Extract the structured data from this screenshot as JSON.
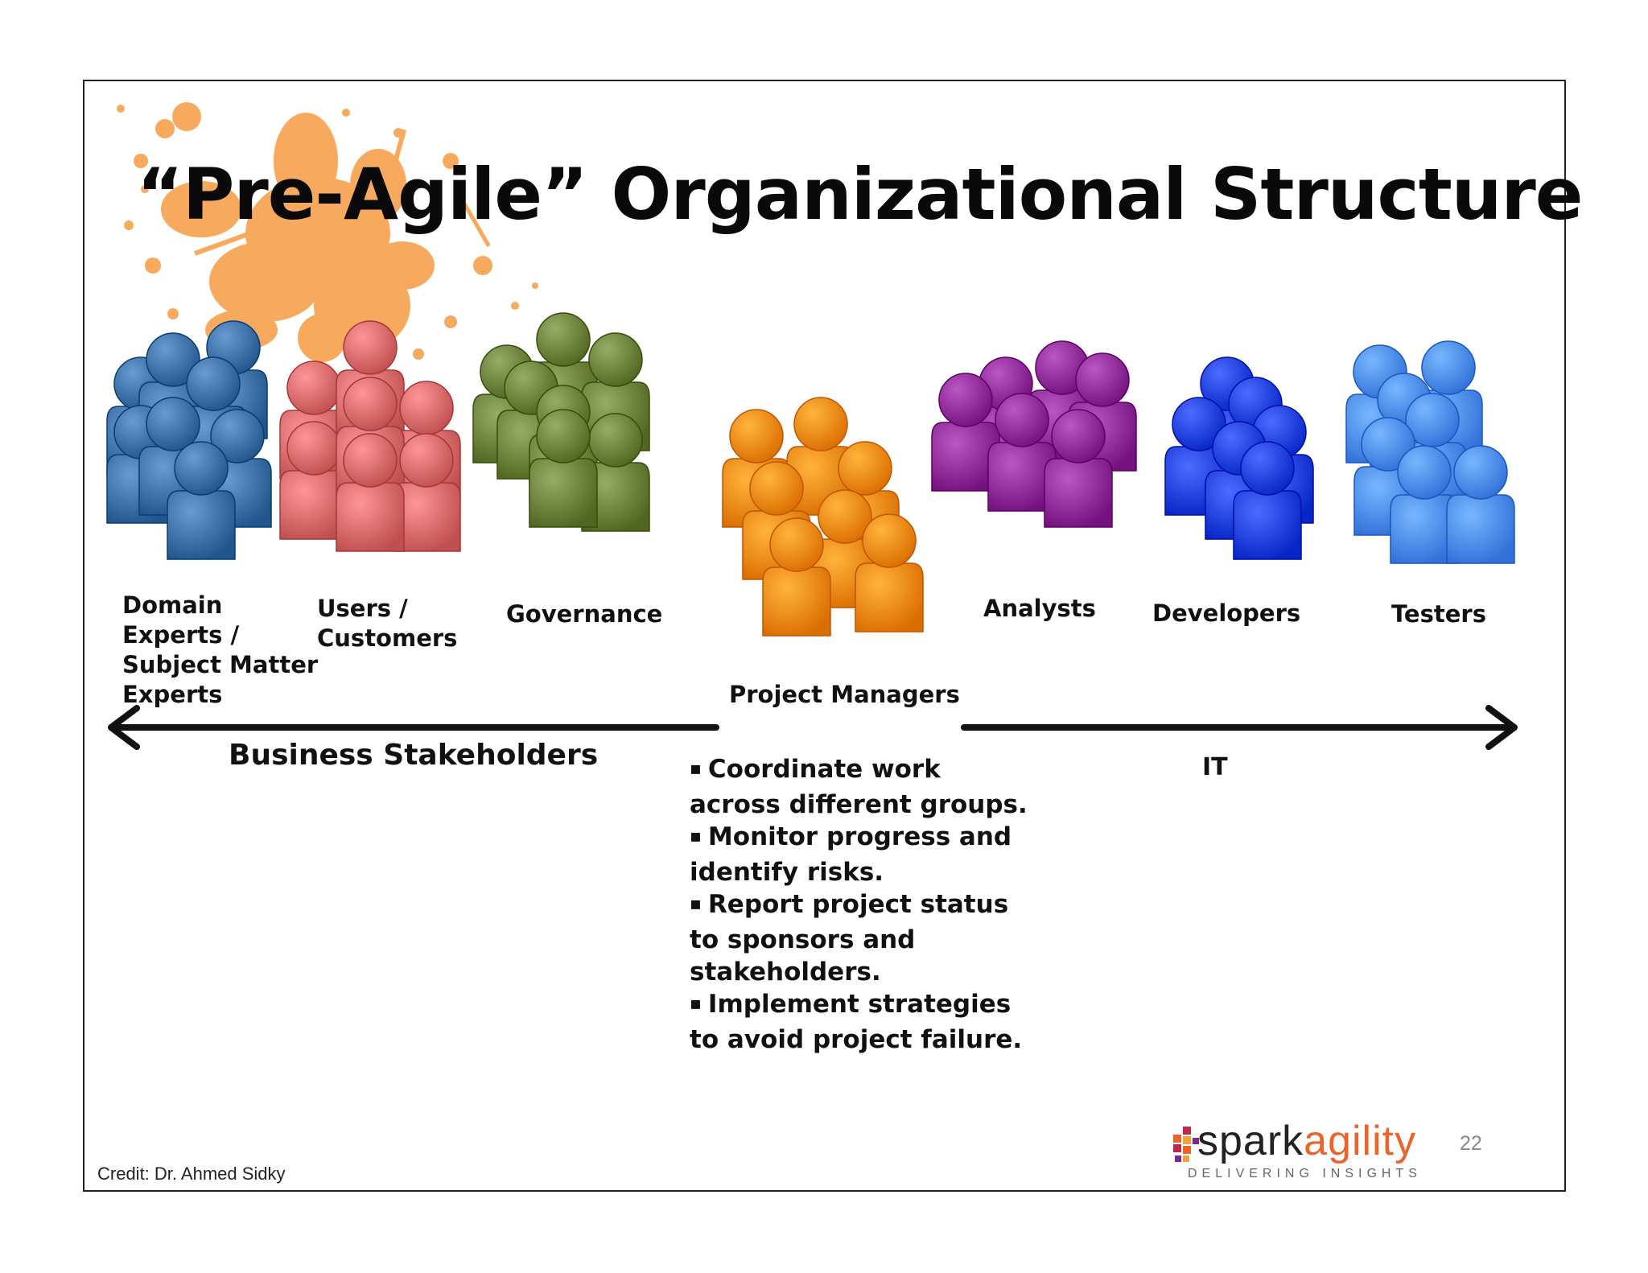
{
  "slide": {
    "title": "“Pre-Agile” Organizational Structure",
    "page_number": "22",
    "credit": "Credit: Dr. Ahmed Sidky",
    "logo": {
      "word_spark": "spark",
      "word_agility": "agility",
      "tagline": "DELIVERING INSIGHTS"
    }
  },
  "groups": [
    {
      "id": "domain-experts",
      "label": "Domain\nExperts /\nSubject Matter\nExperts",
      "color": "#3a6ea5"
    },
    {
      "id": "users-customers",
      "label": "Users /\nCustomers",
      "color": "#d9686a"
    },
    {
      "id": "governance",
      "label": "Governance",
      "color": "#6a7f3a"
    },
    {
      "id": "project-managers",
      "label": "Project Managers",
      "color": "#f4870f"
    },
    {
      "id": "analysts",
      "label": "Analysts",
      "color": "#8e2a98"
    },
    {
      "id": "developers",
      "label": "Developers",
      "color": "#1f3fe0"
    },
    {
      "id": "testers",
      "label": "Testers",
      "color": "#4a8af2"
    }
  ],
  "arrows": {
    "left_label": "Business Stakeholders",
    "right_label": "IT"
  },
  "pm_duties": [
    "Coordinate work across different groups.",
    "Monitor progress and identify risks.",
    "Report project status to sponsors and stakeholders.",
    "Implement strategies to avoid project failure."
  ],
  "colors": {
    "splatter": "#f7a655",
    "arrow": "#111111",
    "border": "#222222"
  }
}
